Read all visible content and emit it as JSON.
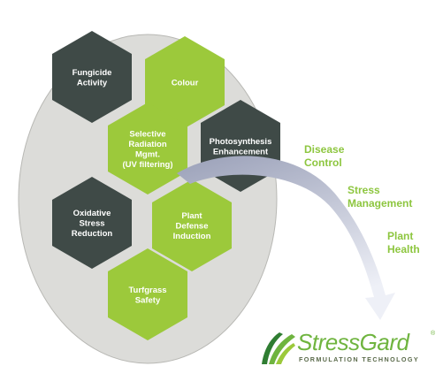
{
  "colors": {
    "oval": "#dcdcd9",
    "oval_stroke": "#b8b8b4",
    "dark_hex": "#3f4a47",
    "green_hex": "#9cc93b",
    "side_text": "#8dc63f",
    "arrow_top": "#9aa0b8",
    "arrow_bottom": "#eef0f7",
    "brand": "#6fb43f"
  },
  "hexes": [
    {
      "id": "fungicide",
      "lines": [
        "Fungicide",
        "Activity"
      ],
      "tone": "dark"
    },
    {
      "id": "colour",
      "lines": [
        "Colour"
      ],
      "tone": "green"
    },
    {
      "id": "selective",
      "lines": [
        "Selective",
        "Radiation",
        "Mgmt.",
        "(UV filtering)"
      ],
      "tone": "green"
    },
    {
      "id": "photosynthesis",
      "lines": [
        "Photosynthesis",
        "Enhancement"
      ],
      "tone": "dark"
    },
    {
      "id": "oxidative",
      "lines": [
        "Oxidative",
        "Stress",
        "Reduction"
      ],
      "tone": "dark"
    },
    {
      "id": "plant-defense",
      "lines": [
        "Plant",
        "Defense",
        "Induction"
      ],
      "tone": "green"
    },
    {
      "id": "turfgrass",
      "lines": [
        "Turfgrass",
        "Safety"
      ],
      "tone": "green"
    }
  ],
  "side_labels": [
    {
      "id": "disease-control",
      "lines": [
        "Disease",
        "Control"
      ]
    },
    {
      "id": "stress-management",
      "lines": [
        "Stress",
        "Management"
      ]
    },
    {
      "id": "plant-health",
      "lines": [
        "Plant",
        "Health"
      ]
    }
  ],
  "brand": {
    "name": "StressGard",
    "reg": "®",
    "tagline": "FORMULATION TECHNOLOGY"
  }
}
